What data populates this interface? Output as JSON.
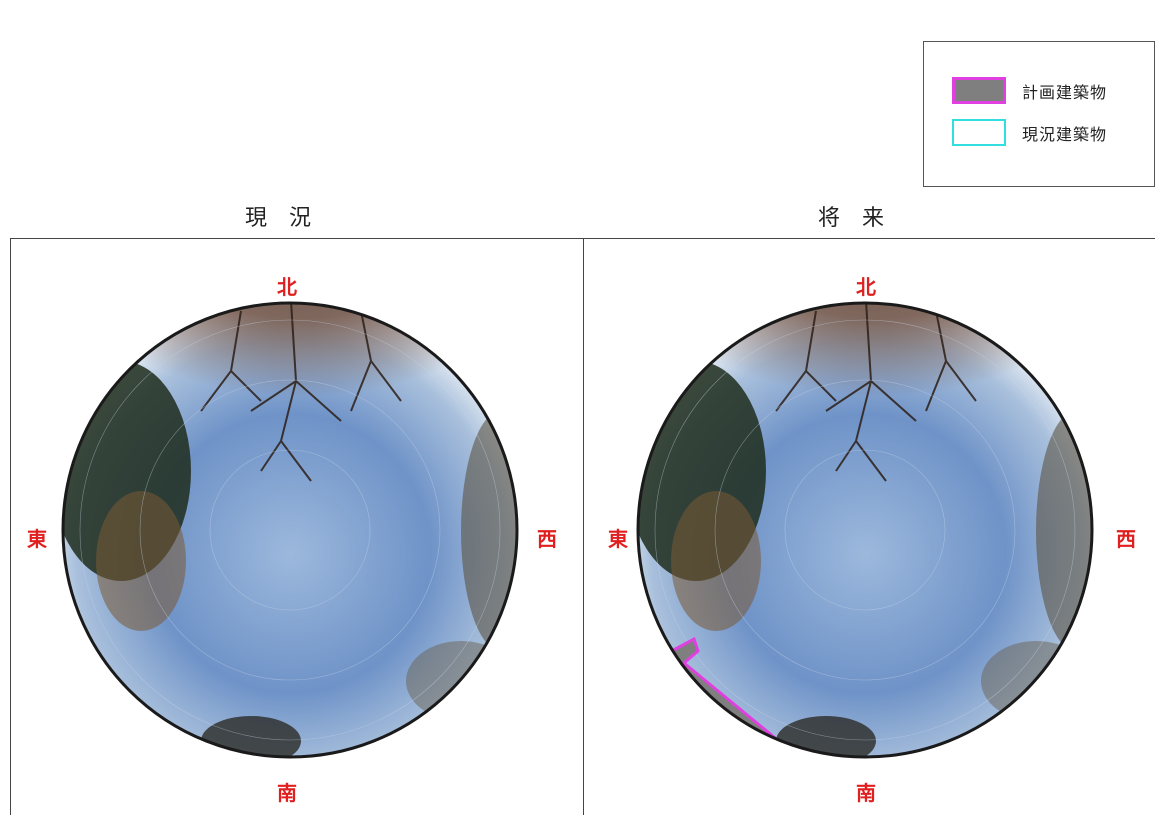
{
  "legend": {
    "planned_label": "計画建築物",
    "existing_label": "現況建築物"
  },
  "panels": {
    "left_title": "現況",
    "right_title": "将来"
  },
  "compass": {
    "north": "北",
    "south": "南",
    "east": "東",
    "west": "西"
  },
  "colors": {
    "compass_text": "#e02020",
    "planned_fill": "#7f7f7f",
    "planned_outline": "#e040e0",
    "existing_outline": "#33dede"
  }
}
